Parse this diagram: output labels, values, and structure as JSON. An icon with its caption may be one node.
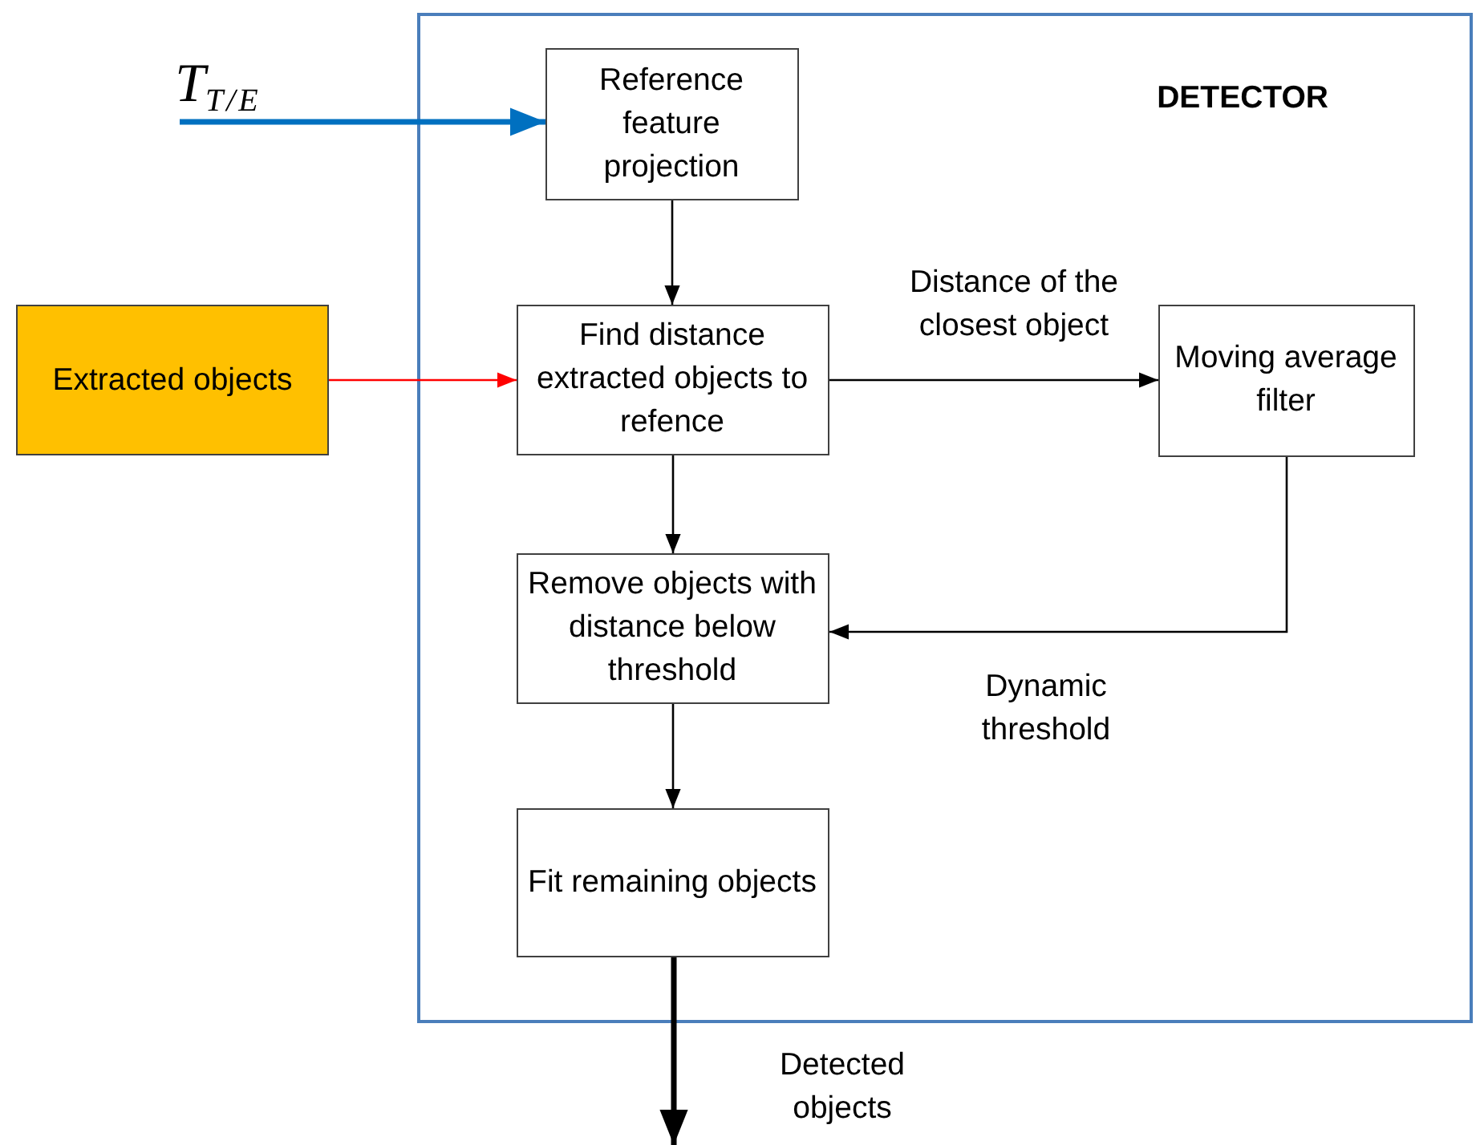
{
  "diagram": {
    "nodes": [
      {
        "text": [
          "DETECTOR"
        ]
      },
      {
        "text": [
          "Reference feature projection"
        ],
        "in": 0
      },
      {
        "text": [
          "Extracted objects"
        ]
      },
      {
        "text": [
          "Find distance extracted objects to refence"
        ],
        "in": 0
      },
      {
        "text": [
          "Moving average filter"
        ],
        "in": 0
      },
      {
        "text": [
          "Remove objects with distance below threshold"
        ],
        "in": 0
      },
      {
        "text": [
          "Fit remaining objects"
        ],
        "in": 0
      }
    ],
    "edges": [
      {
        "from": null,
        "to": 1,
        "arrow": "to",
        "label": "T$_{T/E}$",
        "style": "thick",
        "color": "#0070c0"
      },
      {
        "from": 1,
        "to": 3,
        "arrow": "to"
      },
      {
        "from": 2,
        "to": 3,
        "arrow": "to",
        "color": "#ff0000"
      },
      {
        "from": 3,
        "to": 4,
        "arrow": "to",
        "label": "Distance of the closest object"
      },
      {
        "from": 4,
        "to": 5,
        "arrow": "to",
        "label": "Dynamic threshold"
      },
      {
        "from": 3,
        "to": 5,
        "arrow": "to"
      },
      {
        "from": 5,
        "to": 6,
        "arrow": "to"
      },
      {
        "from": 6,
        "to": null,
        "arrow": "to",
        "label": "Detected objects",
        "style": "thick"
      }
    ]
  }
}
